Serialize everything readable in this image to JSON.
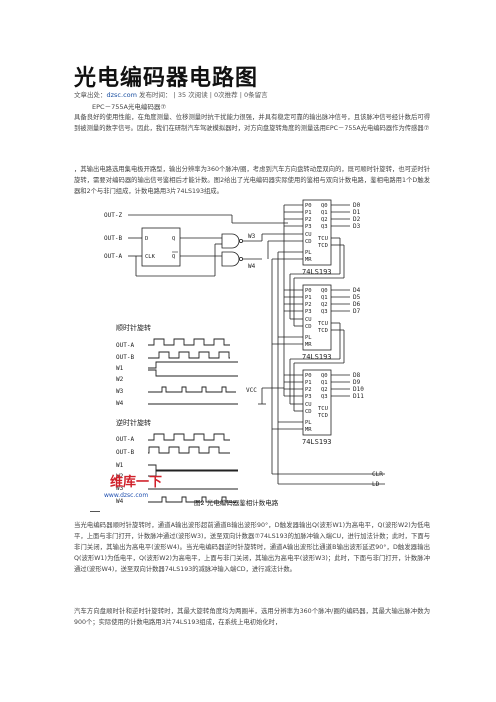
{
  "article": {
    "title": "光电编码器电路图",
    "meta": {
      "source_label": "文章出处：",
      "source": "dzsc.com",
      "time_label": "发布时间：",
      "stats": "| 35 次阅读 | 0次推荐 | 0条留言"
    },
    "intro": "EPC－755A光电编码器⑦",
    "paragraphs": [
      "具备良好的使用性能，在角度测量、位移测量时抗干扰能力很强，并具有稳定可靠的输出脉冲信号，且该脉冲信号经计数后可得到被测量的数字信号。因此，我们在研制汽车驾驶模拟器时，对方向盘旋转角度的测量选用EPC－755A光电编码器作为传感器⑦",
      "，其输出电路选用集电极开路型，输出分辨率为360个脉冲/圈，考虑到汽车方向盘转动是双向的，既可顺时针旋转，也可逆时针旋转，需要对编码器的输出信号鉴相后才能计数。图2给出了光电编码器实际使用的鉴相与双向计数电路，鉴相电路用1个D触发器和2个与非门组成，计数电路用3片74LS193组成。",
      "当光电编码器顺时针旋转时，通道A输出波形超前通道B输出波形90°，D触发器输出Q(波形W1)为高电平，Q(波形W2)为低电平，上面与非门打开，计数脉冲通过(波形W3)，送至双向计数器⑦74LS193的加脉冲输入端CU，进行加法计数；此时，下面与非门关闭，其输出为高电平(波形W4)。当光电编码器逆时针旋转时，通道A输出波形比通道B输出波形延迟90°，D触发器输出Q(波形W1)为低电平，Q(波形W2)为高电平，上面与非门关闭，其输出为高电平(波形W3)；此时，下面与非门打开，计数脉冲通过(波形W4)，送至双向计数器74LS193的减脉冲输入端CD，进行减法计数。",
      "汽车方向盘顺时针和逆时针旋转时，其最大旋转角度均为两圈半，选用分辨率为360个脉冲/圈的编码器，其最大输出脉冲数为900个；实际使用的计数电路用3片74LS193组成，在系统上电初始化时，"
    ]
  },
  "circuit": {
    "inputs": [
      "OUT-Z",
      "OUT-B",
      "OUT-A"
    ],
    "flipflop": {
      "d": "D",
      "q": "Q",
      "qbar": "Q",
      "clk": "CLK"
    },
    "gate_outputs": [
      "W3",
      "W4"
    ],
    "vcc": "VCC",
    "chip_name": "74LS193",
    "chip_inputs": [
      "P0",
      "P1",
      "P2",
      "P3",
      "CU",
      "CD",
      "PL",
      "MR"
    ],
    "chip_outputs": [
      "Q0",
      "Q1",
      "Q2",
      "Q3",
      "TCU",
      "TCD"
    ],
    "chip1_out": [
      "D0",
      "D1",
      "D2",
      "D3"
    ],
    "chip2_out": [
      "D4",
      "D5",
      "D6",
      "D7"
    ],
    "chip3_out": [
      "D8",
      "D9",
      "D10",
      "D11"
    ],
    "bus_labels": [
      "CLR",
      "LD"
    ],
    "cw_title": "顺时针旋转",
    "ccw_title": "逆时针旋转",
    "wave_labels": [
      "OUT-A",
      "OUT-B",
      "W1",
      "W2",
      "W3",
      "W4"
    ],
    "caption": "图2 光电编码器鉴相计数电路",
    "watermark": "维库一下",
    "watermark_url": "www.dzsc.com"
  }
}
